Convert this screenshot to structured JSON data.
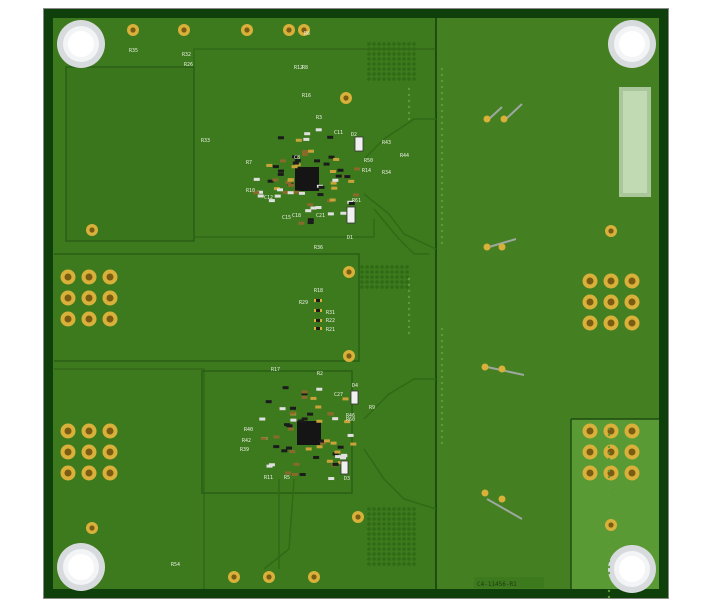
{
  "board": {
    "part_number": "C4-11456-R1",
    "colors": {
      "frame": "#0f3f0a",
      "substrate": "#3d7a1e",
      "copper_pour": "#4a8a26",
      "pad_gold": "#d9b13a",
      "silk": "#e8efe0",
      "mount_hole": "#e9ecef",
      "chip": "#151515"
    },
    "labels": [
      "R35",
      "R26",
      "R32",
      "R33",
      "R7",
      "R10",
      "R6",
      "R8",
      "D2",
      "R43",
      "R44",
      "R50",
      "R14",
      "R34",
      "D1",
      "R61",
      "R36",
      "R18",
      "R29",
      "R31",
      "R22",
      "R21",
      "R17",
      "R2",
      "D4",
      "C27",
      "R9",
      "R46",
      "R40",
      "R42",
      "R39",
      "D3",
      "R54",
      "R60",
      "R11",
      "R5",
      "R12",
      "R16",
      "R3",
      "C11",
      "C12",
      "C18",
      "C21",
      "C15",
      "C8"
    ],
    "icons": [
      "mounting-hole-icon",
      "qfn-chip-icon",
      "header-pin-icon",
      "bga-icon"
    ]
  }
}
